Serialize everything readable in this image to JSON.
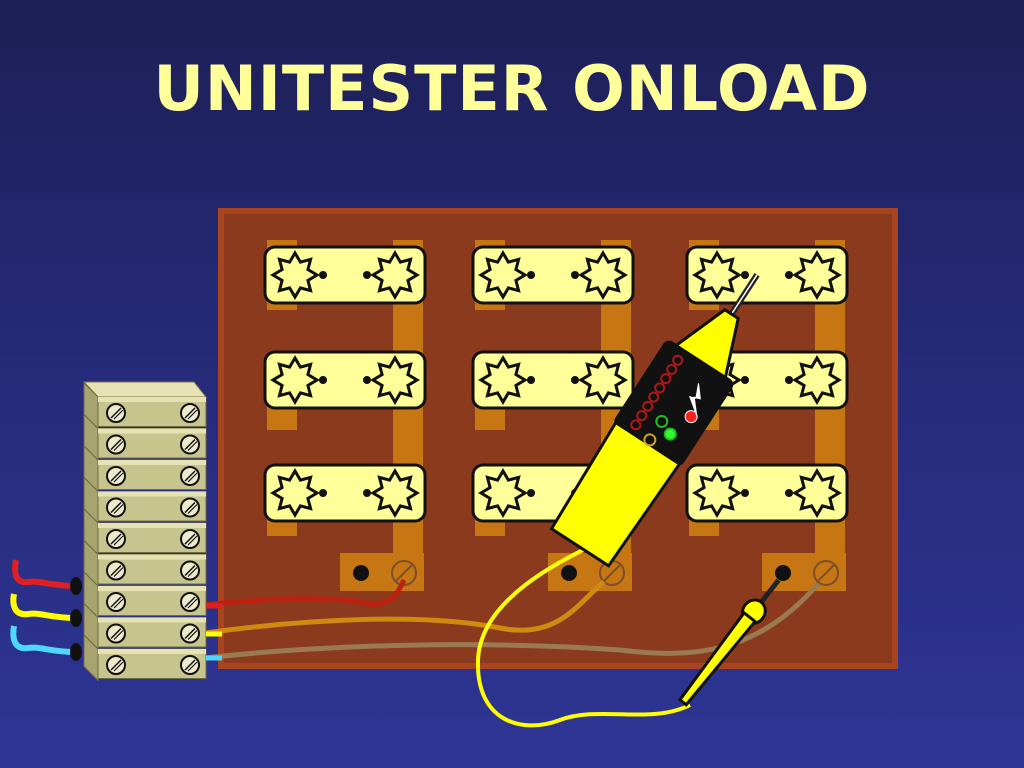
{
  "slide": {
    "title": "UNITESTER ONLOAD"
  },
  "colors": {
    "background": "#252a78",
    "title": "#ffff99",
    "board": "#8b3a1e",
    "board_border": "#a8441e",
    "trace": "#c77614",
    "fuse_strip": "#ffff99",
    "terminal_block": "#c8c48e",
    "tester_body": "#ffff00",
    "tester_head": "#111111",
    "wire_red": "#e02020",
    "wire_yellow": "#ffff00",
    "wire_cyan": "#4fd8ff",
    "wire_brown": "#9a7a50"
  },
  "board": {
    "fuse_rows": 3,
    "fuse_columns": 3,
    "terminal_pairs": 3
  },
  "terminal_block": {
    "segments": 9
  },
  "incoming_wires": [
    "red",
    "yellow",
    "cyan"
  ],
  "tester": {
    "indicator_leds": {
      "red": 1,
      "green": 2,
      "orange": 1,
      "scale_markers": 8
    },
    "lightning_icon": true
  }
}
